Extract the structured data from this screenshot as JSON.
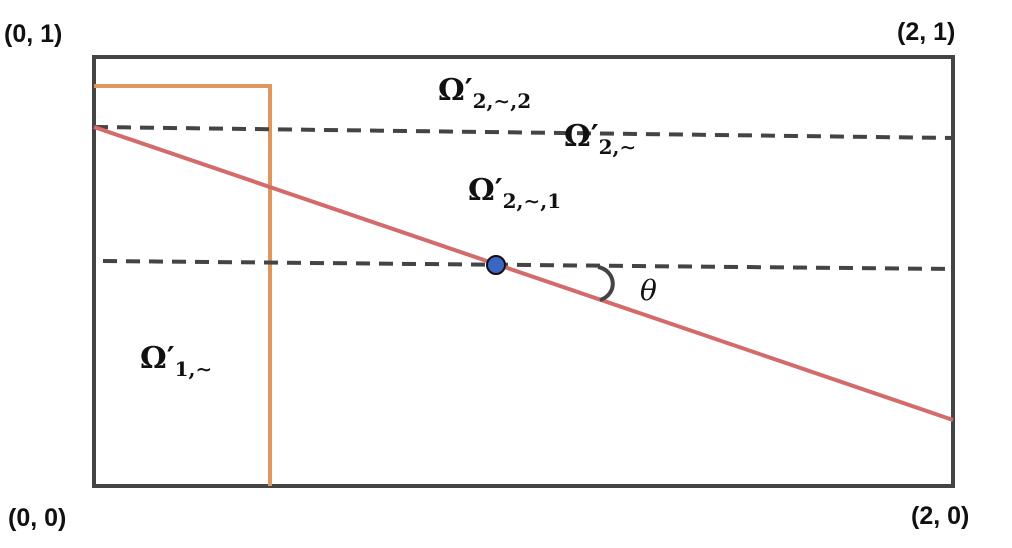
{
  "corners": {
    "top_left": "(0,  1)",
    "top_right": "(2,  1)",
    "bottom_left": "(0,  0)",
    "bottom_right": "(2,  0)"
  },
  "regions": {
    "omega_2_2": {
      "symbol": "Ω′",
      "subscript": "2,∼,2"
    },
    "omega_2": {
      "symbol": "Ω′",
      "subscript": "2,∼"
    },
    "omega_2_1": {
      "symbol": "Ω′",
      "subscript": "2,∼,1"
    },
    "omega_1": {
      "symbol": "Ω′",
      "subscript": "1,∼"
    }
  },
  "angle_label": "θ",
  "colors": {
    "frame": "#444444",
    "orange_boundary": "#e0975e",
    "red_line": "#d46b6b",
    "dashed": "#444444",
    "point": "#3a66c4"
  }
}
